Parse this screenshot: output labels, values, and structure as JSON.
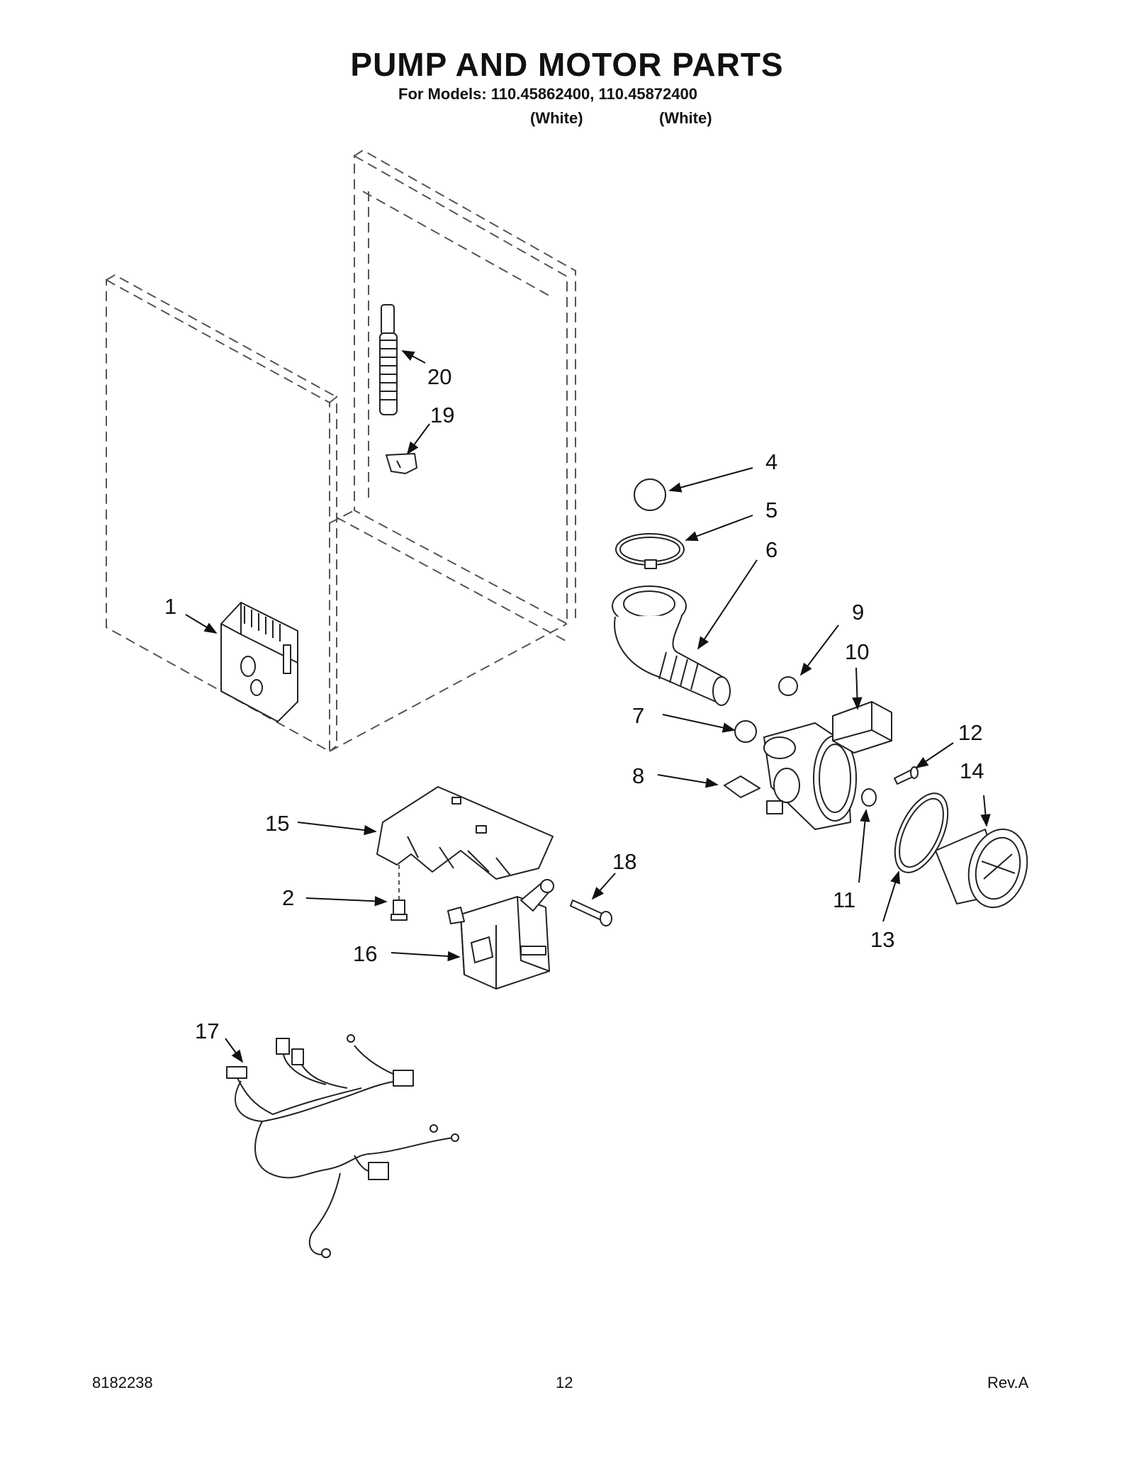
{
  "header": {
    "title": "PUMP AND MOTOR PARTS",
    "models_line": "For Models: 110.45862400, 110.45872400",
    "color_1": "(White)",
    "color_2": "(White)"
  },
  "callouts": [
    "1",
    "2",
    "4",
    "5",
    "6",
    "7",
    "8",
    "9",
    "10",
    "11",
    "12",
    "13",
    "14",
    "15",
    "16",
    "17",
    "18",
    "19",
    "20"
  ],
  "footer": {
    "doc_number": "8182238",
    "page_number": "12",
    "revision": "Rev.A"
  }
}
